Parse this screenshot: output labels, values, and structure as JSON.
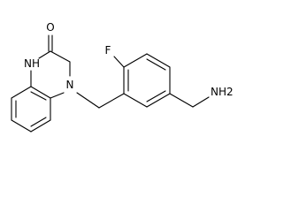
{
  "molecule": {
    "atoms": {
      "O": "O",
      "NH": "NH",
      "N": "N",
      "F": "F",
      "NH2": "NH2"
    }
  }
}
